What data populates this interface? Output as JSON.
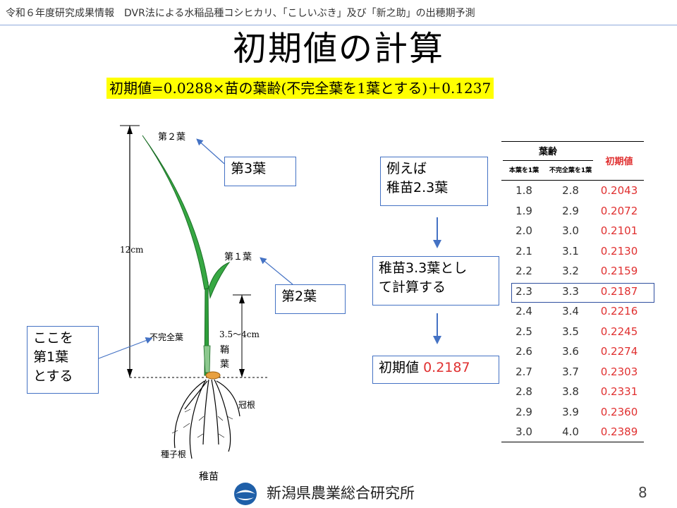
{
  "header": {
    "text": "令和６年度研究成果情報　DVR法による水稲品種コシヒカリ、「こしいぶき」及び「新之助」の出穂期予測"
  },
  "title": "初期値の計算",
  "formula": "初期値=0.0288×苗の葉齢(不完全葉を1葉とする)＋0.1237",
  "figure": {
    "label_leaf2": "第２葉",
    "label_leaf1": "第１葉",
    "label_incomplete": "不完全葉",
    "label_height": "12cm",
    "label_coleoptile_len": "3.5～4cm",
    "label_coleoptile": [
      "鞘",
      "葉"
    ],
    "label_crown_root": "冠根",
    "label_seed_root": "種子根",
    "label_seedling": "稚苗"
  },
  "callouts": {
    "leaf3": "第3葉",
    "leaf2": "第2葉",
    "first_leaf": [
      "ここを",
      "第1葉",
      "とする"
    ],
    "example": [
      "例えば",
      "稚苗2.3葉"
    ],
    "calc": [
      "稚苗3.3葉とし",
      "て計算する"
    ],
    "init_label": "初期値",
    "init_value": "0.2187"
  },
  "table": {
    "group_header": "葉齢",
    "col1": "本葉を1葉",
    "col2": "不完全葉を1葉",
    "col3": "初期値",
    "rows": [
      [
        "1.8",
        "2.8",
        "0.2043"
      ],
      [
        "1.9",
        "2.9",
        "0.2072"
      ],
      [
        "2.0",
        "3.0",
        "0.2101"
      ],
      [
        "2.1",
        "3.1",
        "0.2130"
      ],
      [
        "2.2",
        "3.2",
        "0.2159"
      ],
      [
        "2.3",
        "3.3",
        "0.2187"
      ],
      [
        "2.4",
        "3.4",
        "0.2216"
      ],
      [
        "2.5",
        "3.5",
        "0.2245"
      ],
      [
        "2.6",
        "3.6",
        "0.2274"
      ],
      [
        "2.7",
        "3.7",
        "0.2303"
      ],
      [
        "2.8",
        "3.8",
        "0.2331"
      ],
      [
        "2.9",
        "3.9",
        "0.2360"
      ],
      [
        "3.0",
        "4.0",
        "0.2389"
      ]
    ],
    "highlight_index": 5
  },
  "footer": {
    "org": "新潟県農業総合研究所",
    "page": "8"
  },
  "colors": {
    "accent": "#4472c4",
    "highlight": "#ffff00",
    "value_red": "#e03030",
    "leaf_green": "#2e9e3a"
  }
}
